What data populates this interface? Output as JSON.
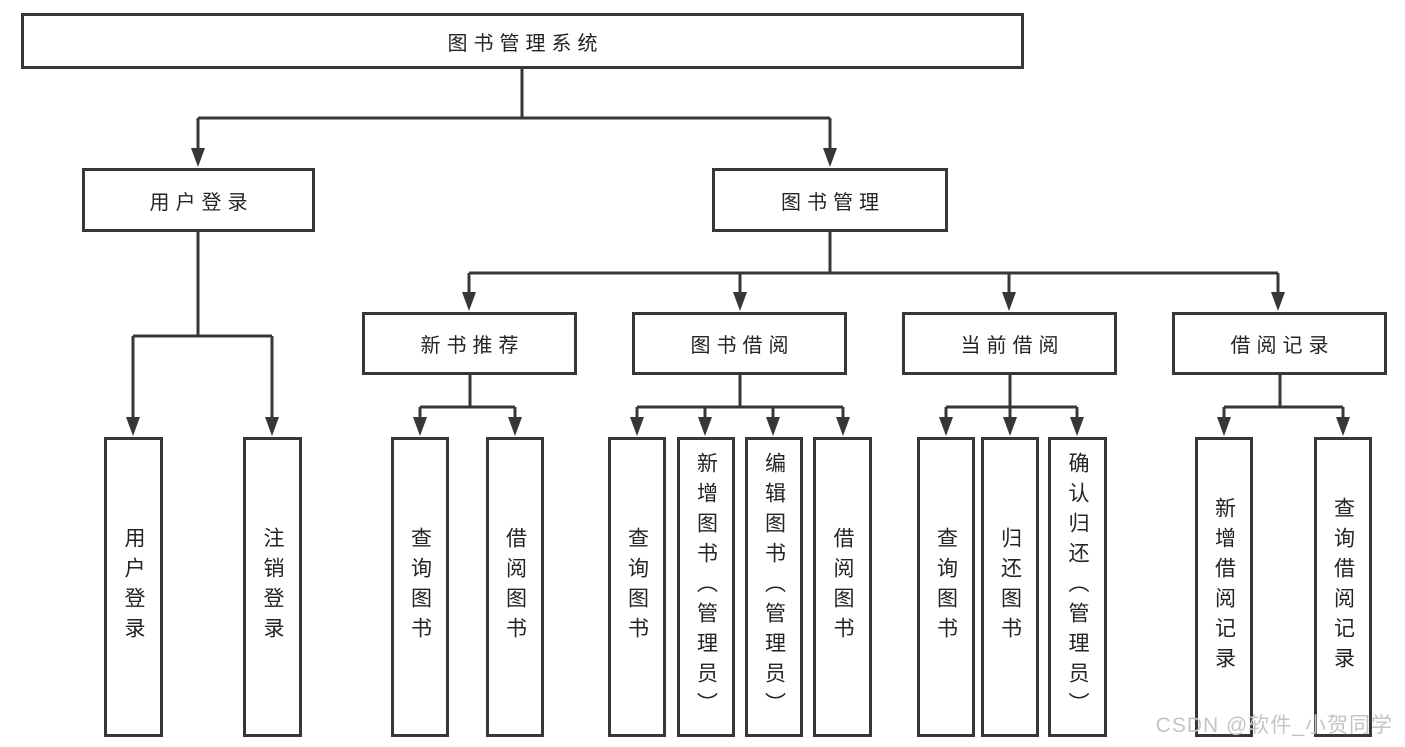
{
  "diagram": {
    "root": {
      "label": "图书管理系统"
    },
    "user_login": {
      "label": "用户登录",
      "leaves": [
        {
          "label": "用户登录"
        },
        {
          "label": "注销登录"
        }
      ]
    },
    "book_management": {
      "label": "图书管理",
      "groups": [
        {
          "label": "新书推荐",
          "leaves": [
            {
              "label": "查询图书"
            },
            {
              "label": "借阅图书"
            }
          ]
        },
        {
          "label": "图书借阅",
          "leaves": [
            {
              "label": "查询图书"
            },
            {
              "label": "新增图书（管理员）"
            },
            {
              "label": "编辑图书（管理员）"
            },
            {
              "label": "借阅图书"
            }
          ]
        },
        {
          "label": "当前借阅",
          "leaves": [
            {
              "label": "查询图书"
            },
            {
              "label": "归还图书"
            },
            {
              "label": "确认归还（管理员）"
            }
          ]
        },
        {
          "label": "借阅记录",
          "leaves": [
            {
              "label": "新增借阅记录"
            },
            {
              "label": "查询借阅记录"
            }
          ]
        }
      ]
    }
  },
  "watermark": {
    "text": "CSDN @软件_小贺同学"
  },
  "colors": {
    "line": "#373737",
    "text": "#242424",
    "background": "#ffffff",
    "watermark": "#c4c4c4"
  }
}
